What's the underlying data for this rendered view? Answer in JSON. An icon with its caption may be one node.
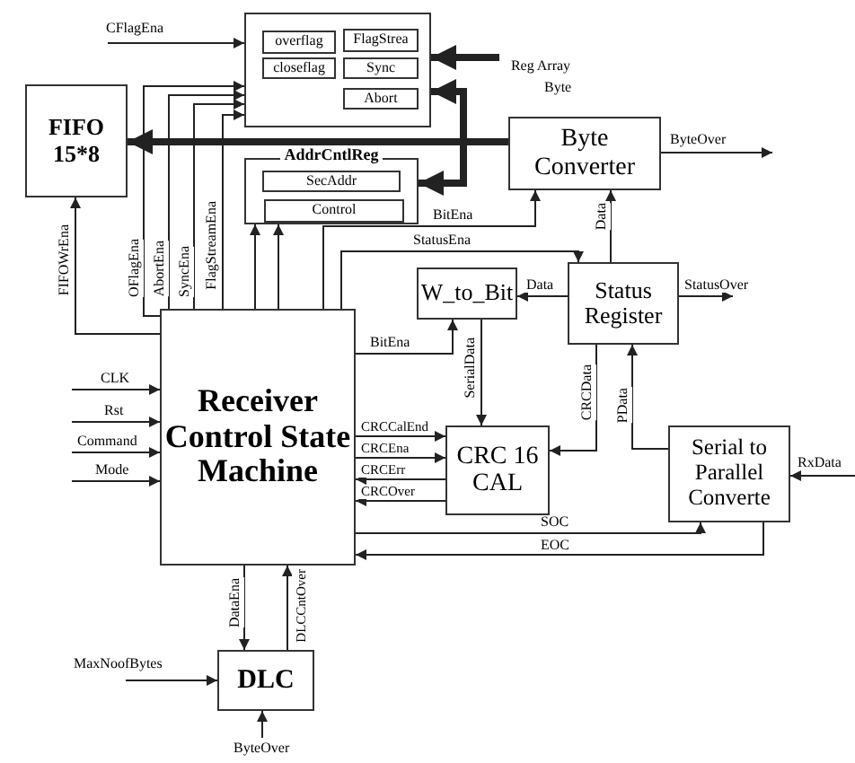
{
  "diagram": {
    "nodes": [
      {
        "text": [],
        "shape": "box"
      },
      {
        "text": [
          "overflag"
        ],
        "in": 0
      },
      {
        "text": [
          "FlagStrea"
        ],
        "in": 0
      },
      {
        "text": [
          "closeflag"
        ],
        "in": 0
      },
      {
        "text": [
          "Sync"
        ],
        "in": 0
      },
      {
        "text": [
          "Abort"
        ],
        "in": 0
      },
      {
        "text": [
          "AddrCntlReg"
        ]
      },
      {
        "text": [
          "SecAddr"
        ],
        "in": 6
      },
      {
        "text": [
          "Control"
        ],
        "in": 6
      },
      {
        "text": [
          "FIFO 15*8"
        ]
      },
      {
        "text": [
          "Byte Converter"
        ]
      },
      {
        "text": [
          "W_to_Bit"
        ]
      },
      {
        "text": [
          "Status Register"
        ]
      },
      {
        "text": [
          "Receiver Control State Machine"
        ]
      },
      {
        "text": [
          "CRC 16 CAL"
        ]
      },
      {
        "text": [
          "Serial to Parallel Converte"
        ]
      },
      {
        "text": [
          "DLC"
        ]
      },
      {
        "text": [
          "Reg Array"
        ]
      }
    ],
    "edges": [
      {
        "from": null,
        "to": 0,
        "arrow": "to",
        "label": "CFlagEna"
      },
      {
        "from": 17,
        "to": 0,
        "arrow": "to",
        "style": "thick"
      },
      {
        "from": 13,
        "to": 0,
        "arrow": "to",
        "label": "OFlagEna"
      },
      {
        "from": 13,
        "to": 0,
        "arrow": "to",
        "label": "AbortEna"
      },
      {
        "from": 13,
        "to": 0,
        "arrow": "to",
        "label": "SyncEna"
      },
      {
        "from": 13,
        "to": 0,
        "arrow": "to",
        "label": "FlagStreamEna"
      },
      {
        "from": 13,
        "to": 6,
        "arrow": "to"
      },
      {
        "from": 13,
        "to": 6,
        "arrow": "to"
      },
      {
        "from": 10,
        "to": 9,
        "arrow": "to",
        "style": "thick"
      },
      {
        "from": 10,
        "to": 0,
        "arrow": "to",
        "style": "thick"
      },
      {
        "from": 10,
        "to": 6,
        "arrow": "to",
        "style": "thick"
      },
      {
        "from": 13,
        "to": 10,
        "arrow": "to",
        "label": "BitEna"
      },
      {
        "from": 13,
        "to": 12,
        "arrow": "to",
        "label": "StatusEna"
      },
      {
        "from": 12,
        "to": 10,
        "arrow": "to",
        "label": "Data"
      },
      {
        "from": 12,
        "to": 11,
        "arrow": "to",
        "label": "Data"
      },
      {
        "from": 12,
        "to": null,
        "arrow": "to",
        "label": "StatusOver"
      },
      {
        "from": 10,
        "to": null,
        "arrow": "to",
        "label": "ByteOver"
      },
      {
        "from": 13,
        "to": 11,
        "arrow": "to",
        "label": "BitEna"
      },
      {
        "from": 11,
        "to": 14,
        "arrow": "to",
        "label": "SerialData"
      },
      {
        "from": 12,
        "to": 14,
        "arrow": "to",
        "label": "CRCData"
      },
      {
        "from": 15,
        "to": 12,
        "arrow": "to",
        "label": "PData"
      },
      {
        "from": null,
        "to": 15,
        "arrow": "to",
        "label": "RxData"
      },
      {
        "from": 13,
        "to": 14,
        "arrow": "to",
        "label": "CRCCalEnd"
      },
      {
        "from": 13,
        "to": 14,
        "arrow": "to",
        "label": "CRCEna"
      },
      {
        "from": 14,
        "to": 13,
        "arrow": "to",
        "label": "CRCErr"
      },
      {
        "from": 14,
        "to": 13,
        "arrow": "to",
        "label": "CRCOver"
      },
      {
        "from": 13,
        "to": 15,
        "arrow": "to",
        "label": "SOC"
      },
      {
        "from": 15,
        "to": 13,
        "arrow": "to",
        "label": "EOC"
      },
      {
        "from": 13,
        "to": 16,
        "arrow": "to",
        "label": "DataEna"
      },
      {
        "from": 16,
        "to": 13,
        "arrow": "to",
        "label": "DLCCntOver"
      },
      {
        "from": null,
        "to": 16,
        "arrow": "to",
        "label": "MaxNoofBytes"
      },
      {
        "from": null,
        "to": 16,
        "arrow": "to",
        "label": "ByteOver"
      },
      {
        "from": null,
        "to": 13,
        "arrow": "to",
        "label": "CLK"
      },
      {
        "from": null,
        "to": 13,
        "arrow": "to",
        "label": "Rst"
      },
      {
        "from": null,
        "to": 13,
        "arrow": "to",
        "label": "Command"
      },
      {
        "from": null,
        "to": 13,
        "arrow": "to",
        "label": "Mode"
      },
      {
        "from": 13,
        "to": 9,
        "arrow": "to",
        "label": "FIFOWrEna"
      }
    ],
    "labels": [
      "Byte"
    ]
  }
}
